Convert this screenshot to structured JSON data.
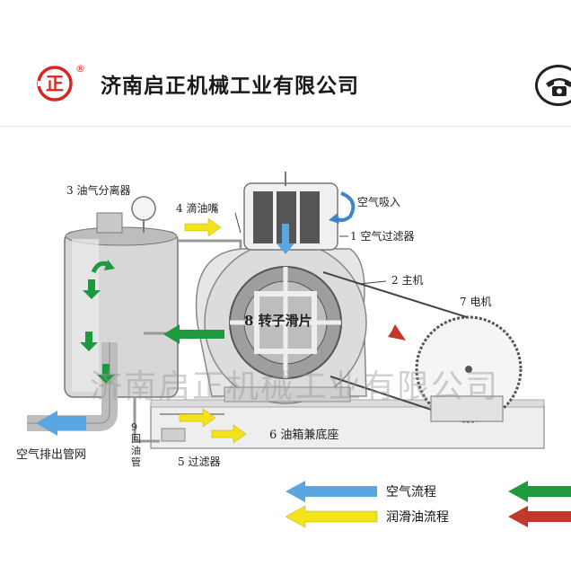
{
  "header": {
    "company_name": "济南启正机械工业有限公司",
    "logo_text": "正",
    "logo_mark": "®",
    "phone_icon": "phone-icon"
  },
  "colors": {
    "brand_red": "#d9261c",
    "air_flow": "#5aa6e0",
    "oil_flow": "#f2e31a",
    "green": "#1e9a3e",
    "red_arrow": "#c0392b"
  },
  "diagram": {
    "labels": {
      "separator": "3 油气分离器",
      "drip_nozzle": "4 滴油嘴",
      "air_intake": "空气吸入",
      "air_filter": "1 空气过滤器",
      "main_unit": "2 主机",
      "motor": "7 电机",
      "rotor": "8 转子滑片",
      "oil_tank": "6 油箱兼底座",
      "return_pipe": "9\n回\n油\n管",
      "filter": "5 过滤器",
      "exhaust": "空气排出管网"
    },
    "legend": {
      "air_flow": "空气流程",
      "oil_flow": "润滑油流程"
    },
    "watermark": "济南启正机械工业有限公司"
  }
}
